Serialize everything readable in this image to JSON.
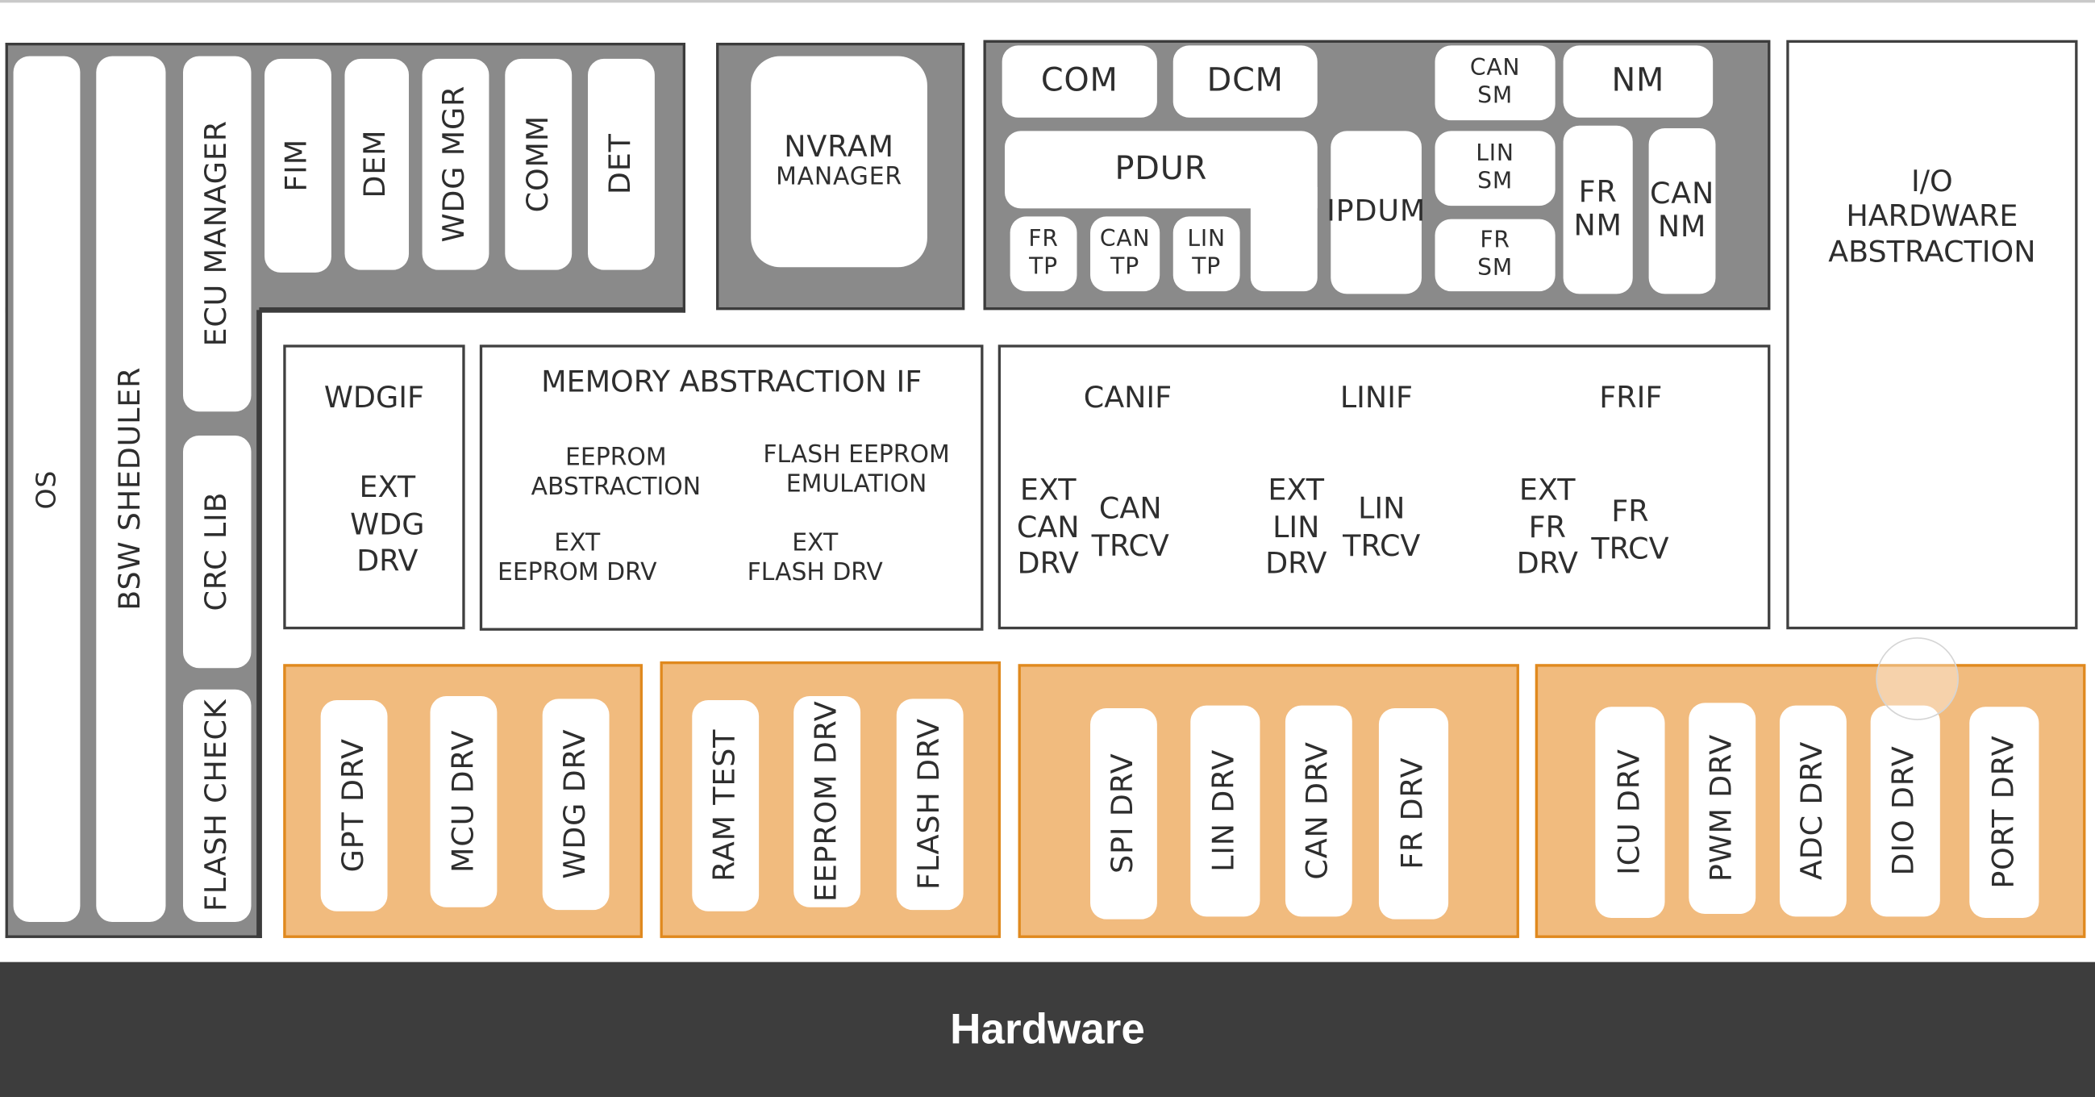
{
  "title": "AUTOSAR BSW Architecture",
  "system_services": {
    "os": "OS",
    "bsw_scheduler": "BSW SHEDULER",
    "ecu_manager": "ECU MANAGER",
    "crc_lib": "CRC LIB",
    "flash_check": "FLASH CHECK",
    "top_modules": [
      "FIM",
      "DEM",
      "WDG MGR",
      "COMM",
      "DET"
    ]
  },
  "memory_services": {
    "nvram_line1": "NVRAM",
    "nvram_line2": "MANAGER"
  },
  "communication_services": {
    "com": "COM",
    "dcm": "DCM",
    "can_sm": [
      "CAN",
      "SM"
    ],
    "nm": "NM",
    "pdur": "PDUR",
    "ipdum": "IPDUM",
    "lin_sm": [
      "LIN",
      "SM"
    ],
    "fr_sm": [
      "FR",
      "SM"
    ],
    "fr_nm": [
      "FR",
      "NM"
    ],
    "can_nm": [
      "CAN",
      "NM"
    ],
    "fr_tp": [
      "FR",
      "TP"
    ],
    "can_tp": [
      "CAN",
      "TP"
    ],
    "lin_tp": [
      "LIN",
      "TP"
    ]
  },
  "io_hw_abstraction": [
    "I/O",
    "HARDWARE",
    "ABSTRACTION"
  ],
  "onboard_abstraction": {
    "wdgif": "WDGIF",
    "ext_wdg_drv": [
      "EXT",
      "WDG",
      "DRV"
    ]
  },
  "memory_abstraction": {
    "title": "MEMORY ABSTRACTION IF",
    "eeprom_abs": [
      "EEPROM",
      "ABSTRACTION"
    ],
    "flash_eeprom_emu": [
      "FLASH EEPROM",
      "EMULATION"
    ],
    "ext_eeprom_drv": [
      "EXT",
      "EEPROM DRV"
    ],
    "ext_flash_drv": [
      "EXT",
      "FLASH DRV"
    ]
  },
  "comm_abstraction": {
    "canif": "CANIF",
    "linif": "LINIF",
    "frif": "FRIF",
    "ext_can_drv": [
      "EXT",
      "CAN",
      "DRV"
    ],
    "can_trcv": [
      "CAN",
      "TRCV"
    ],
    "ext_lin_drv": [
      "EXT",
      "LIN",
      "DRV"
    ],
    "lin_trcv": [
      "LIN",
      "TRCV"
    ],
    "ext_fr_drv": [
      "EXT",
      "FR",
      "DRV"
    ],
    "fr_trcv": [
      "FR",
      "TRCV"
    ]
  },
  "mcal": {
    "microcontroller_drivers": [
      "GPT DRV",
      "MCU DRV",
      "WDG DRV"
    ],
    "memory_drivers": [
      "RAM TEST",
      "EEPROM DRV",
      "FLASH DRV"
    ],
    "communication_drivers": [
      "SPI DRV",
      "LIN DRV",
      "CAN DRV",
      "FR DRV"
    ],
    "io_drivers": [
      "ICU DRV",
      "PWM DRV",
      "ADC DRV",
      "DIO DRV",
      "PORT DRV"
    ]
  },
  "hardware": "Hardware",
  "colors": {
    "service_gray": "#8a8a8a",
    "mcal_orange": "#f1bb7e",
    "mcal_border": "#e0891e",
    "hardware_bar": "#3d3d3d"
  }
}
